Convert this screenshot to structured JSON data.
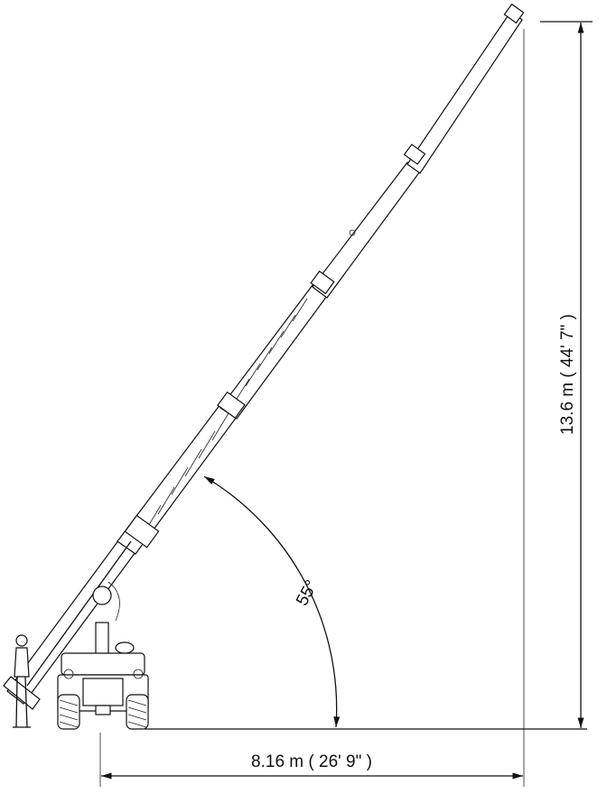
{
  "diagram": {
    "height_dimension": "13.6 m ( 44' 7\" )",
    "reach_dimension": "8.16 m ( 26' 9\" )",
    "boom_angle": "55°",
    "colors": {
      "line": "#111111",
      "background": "#ffffff"
    }
  }
}
